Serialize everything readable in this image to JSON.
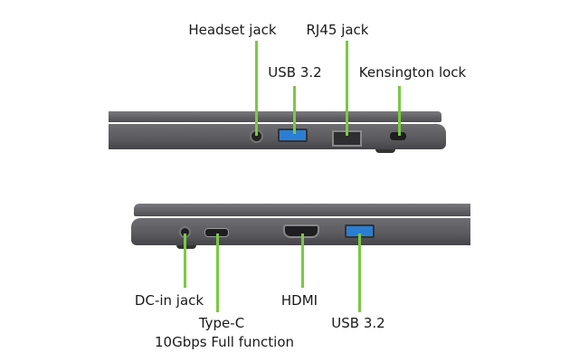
{
  "top_view": {
    "labels": {
      "headset": "Headset jack",
      "rj45": "RJ45 jack",
      "usb": "USB 3.2",
      "kensington": "Kensington lock"
    }
  },
  "bottom_view": {
    "labels": {
      "dcin": "DC-in jack",
      "typec": "Type-C",
      "typec_sub": "10Gbps Full function",
      "hdmi": "HDMI",
      "usb": "USB 3.2"
    }
  },
  "colors": {
    "callout": "#7ac943",
    "chassis": "#5c5c60",
    "usb_port": "#2a7fd4"
  }
}
